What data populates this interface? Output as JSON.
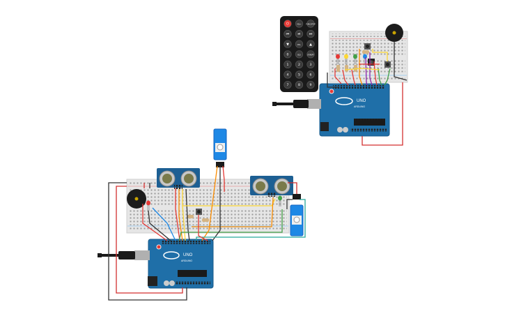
{
  "remote": {
    "buttons": [
      {
        "icon": "power-icon",
        "label": "",
        "color": "#e53935"
      },
      {
        "icon": "",
        "label": "VOL+",
        "color": "#3a3a3a"
      },
      {
        "icon": "",
        "label": "FUNC/STOP",
        "color": "#3a3a3a"
      },
      {
        "icon": "rewind-icon",
        "label": "",
        "color": "#3a3a3a"
      },
      {
        "icon": "play-pause-icon",
        "label": "",
        "color": "#3a3a3a"
      },
      {
        "icon": "fast-forward-icon",
        "label": "",
        "color": "#3a3a3a"
      },
      {
        "icon": "down-icon",
        "label": "",
        "color": "#3a3a3a"
      },
      {
        "icon": "",
        "label": "VOL-",
        "color": "#3a3a3a"
      },
      {
        "icon": "up-icon",
        "label": "",
        "color": "#3a3a3a"
      },
      {
        "icon": "",
        "label": "0",
        "color": "#3a3a3a"
      },
      {
        "icon": "",
        "label": "EQ",
        "color": "#3a3a3a"
      },
      {
        "icon": "",
        "label": "ST/REPT",
        "color": "#3a3a3a"
      },
      {
        "icon": "",
        "label": "1",
        "color": "#3a3a3a"
      },
      {
        "icon": "",
        "label": "2",
        "color": "#3a3a3a"
      },
      {
        "icon": "",
        "label": "3",
        "color": "#3a3a3a"
      },
      {
        "icon": "",
        "label": "4",
        "color": "#3a3a3a"
      },
      {
        "icon": "",
        "label": "5",
        "color": "#3a3a3a"
      },
      {
        "icon": "",
        "label": "6",
        "color": "#3a3a3a"
      },
      {
        "icon": "",
        "label": "7",
        "color": "#3a3a3a"
      },
      {
        "icon": "",
        "label": "8",
        "color": "#3a3a3a"
      },
      {
        "icon": "",
        "label": "9",
        "color": "#3a3a3a"
      }
    ]
  },
  "boards": {
    "uno_label": "UNO",
    "arduino_label": "ARDUINO"
  },
  "colors": {
    "arduino": "#1f6fa8",
    "breadboard": "#e7e7e7",
    "sensor": "#1d5f93",
    "wire_red": "#d32f2f",
    "wire_black": "#333333",
    "wire_green": "#43a047",
    "wire_yellow": "#fbc02d",
    "wire_blue": "#1e88e5",
    "wire_orange": "#fb8c00",
    "wire_purple": "#8e24aa",
    "wire_cyan": "#26a69a"
  }
}
